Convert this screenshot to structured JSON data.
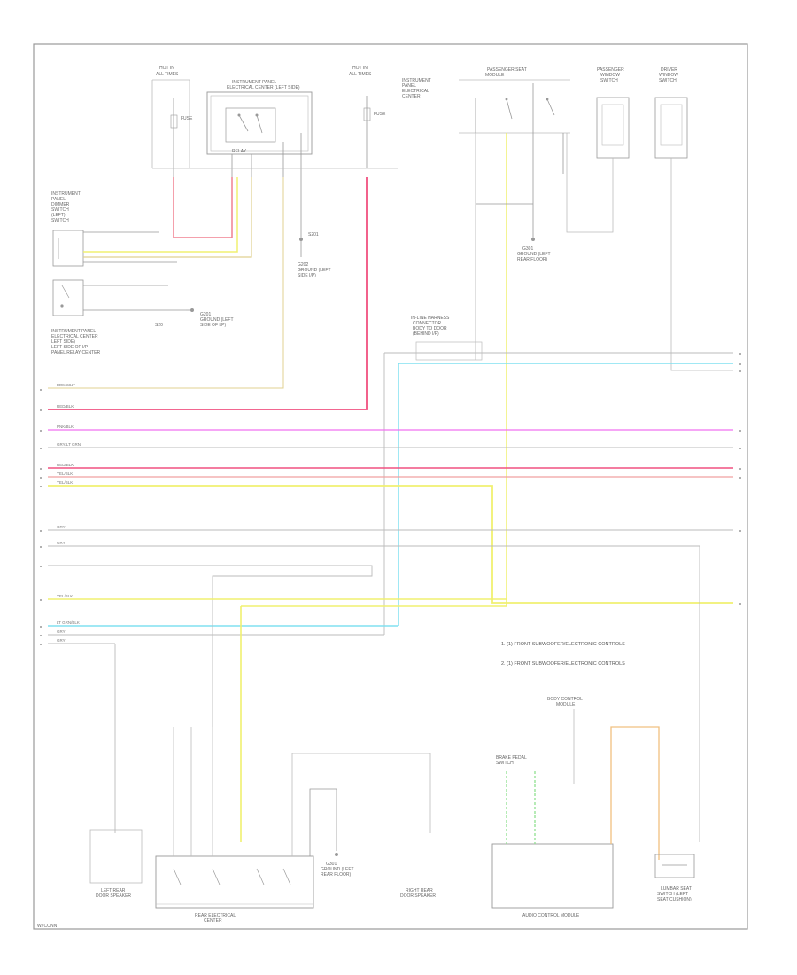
{
  "colors": {
    "frame": "#999999",
    "wire_default": "#d0d0d0",
    "wire_dark": "#909090",
    "red": "#f08090",
    "pink": "#f070f0",
    "magenta": "#f050a0",
    "yellow": "#f0f070",
    "tan": "#e0d090",
    "cyan": "#80e0f0",
    "green": "#90e090",
    "orange": "#f0c080",
    "lightpink": "#f0a0a0"
  },
  "notes": {
    "note1": "1. (1) FRONT SUBWOOFER/ELECTRONIC CONTROLS",
    "note2": "2. (1) FRONT SUBWOOFER/ELECTRONIC CONTROLS"
  },
  "footer": {
    "page_code": "W/ CONN"
  },
  "components": {
    "hot_left": "HOT IN\nALL TIMES",
    "instrument_panel": "INSTRUMENT PANEL\nELECTRICAL CENTER\n(LEFT SIDE)",
    "hot_mid": "HOT IN\nALL TIMES",
    "instrument_panel_right": "INSTRUMENT\nPANEL\nELECTRICAL\nCENTER",
    "passenger_seat": "PASSENGER\nSEAT MODULE",
    "passenger_window": "PASSENGER\nWINDOW\nSWITCH",
    "driver_window": "DRIVER\nWINDOW\nSWITCH",
    "left_door_switch": "INSTRUMENT\nPANEL\nDIMMER\nSWITCH",
    "ground_left": "G201\nGROUND (LEFT\nSIDE OF I/P)",
    "ground_mid": "G202\nGROUND (LEFT\nSIDE I/P)",
    "inline_harness": "IN-LINE HARNESS\nCONNECTOR\nBODY TO DOOR",
    "left_rear_speaker": "LEFT REAR\nDOOR SPEAKER",
    "rear_electrical": "REAR ELECTRICAL\nCENTER",
    "ground_lower": "G301\nGROUND (LEFT\nREAR FLOOR)",
    "right_rear_speaker": "RIGHT REAR\nDOOR SPEAKER",
    "audio_module": "AUDIO CONTROL MODULE",
    "brake_switch": "BRAKE PEDAL\nSWITCH",
    "body_control": "BODY CONTROL\nMODULE",
    "lumbar": "LUMBAR SEAT\nSWITCH (LEFT\nSEAT CUSHION)"
  },
  "wire_labels": {
    "w1": "BRN/WHT",
    "w2": "RED/BLK",
    "w3": "PNK/BLK",
    "w4": "GRY/LT GRN",
    "w5": "RED/BLK",
    "w6": "YEL/BLK",
    "w7": "YEL/BLK",
    "w8": "GRY",
    "w9": "GRY",
    "w10": "YEL/BLK",
    "w11": "LT GRN/BLK",
    "w12": "GRY",
    "w13": "GRY"
  }
}
